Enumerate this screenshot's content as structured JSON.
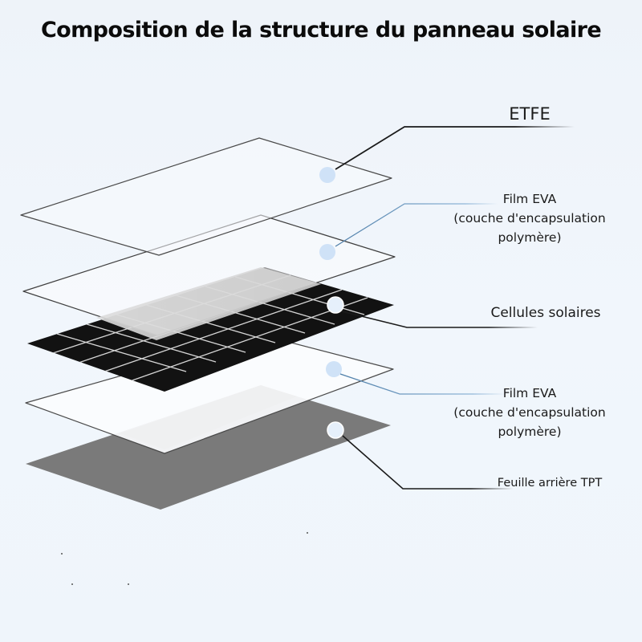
{
  "title": "Composition de la structure du panneau solaire",
  "layers": [
    {
      "id": "etfe",
      "label_lines": [
        "ETFE"
      ],
      "fill": "#f7fafd",
      "stroke": "#555555"
    },
    {
      "id": "eva-top",
      "label_lines": [
        "Film EVA",
        "(couche d'encapsulation",
        "polymère)"
      ],
      "fill": "#fbfcfe",
      "stroke": "#555555"
    },
    {
      "id": "cells",
      "label_lines": [
        "Cellules solaires"
      ],
      "fill": "#111111",
      "grid_color": "#d9d9d9"
    },
    {
      "id": "eva-bottom",
      "label_lines": [
        "Film EVA",
        "(couche d'encapsulation",
        "polymère)"
      ],
      "fill": "#fbfcfe",
      "stroke": "#555555"
    },
    {
      "id": "tpt",
      "label_lines": [
        "Feuille arrière TPT"
      ],
      "fill": "#7a7a7a"
    }
  ],
  "colors": {
    "background": "#eef4fa",
    "marker": "#cfe2f7",
    "leader_dark": "#1a1a1a",
    "leader_blue": "#6a9ac4"
  }
}
